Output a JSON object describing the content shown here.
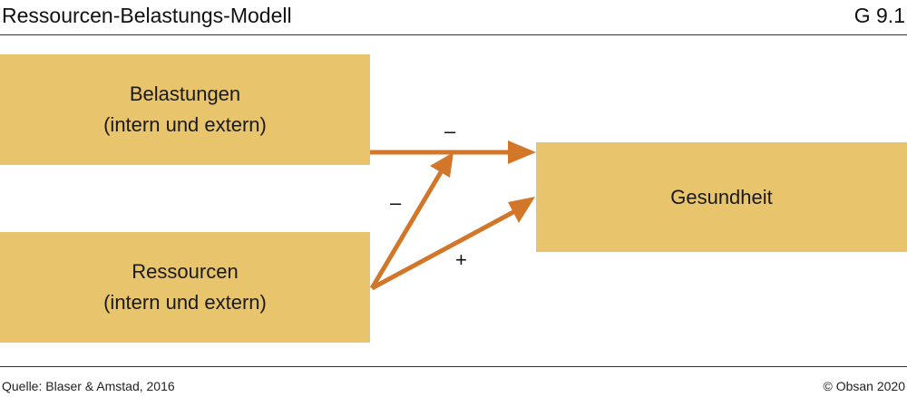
{
  "header": {
    "title": "Ressourcen-Belastungs-Modell",
    "figure_id": "G 9.1"
  },
  "boxes": {
    "belastungen": {
      "line1": "Belastungen",
      "line2": "(intern und extern)"
    },
    "ressourcen": {
      "line1": "Ressourcen",
      "line2": "(intern und extern)"
    },
    "gesundheit": {
      "line1": "Gesundheit"
    }
  },
  "arrows": {
    "belastungen_to_gesundheit": {
      "sign": "–"
    },
    "ressourcen_to_belastungen_arrow": {
      "sign": "–"
    },
    "ressourcen_to_gesundheit": {
      "sign": "+"
    }
  },
  "footer": {
    "source": "Quelle: Blaser & Amstad, 2016",
    "copyright": "© Obsan 2020"
  },
  "colors": {
    "box_fill": "#e8c46c",
    "arrow": "#d2772a"
  }
}
